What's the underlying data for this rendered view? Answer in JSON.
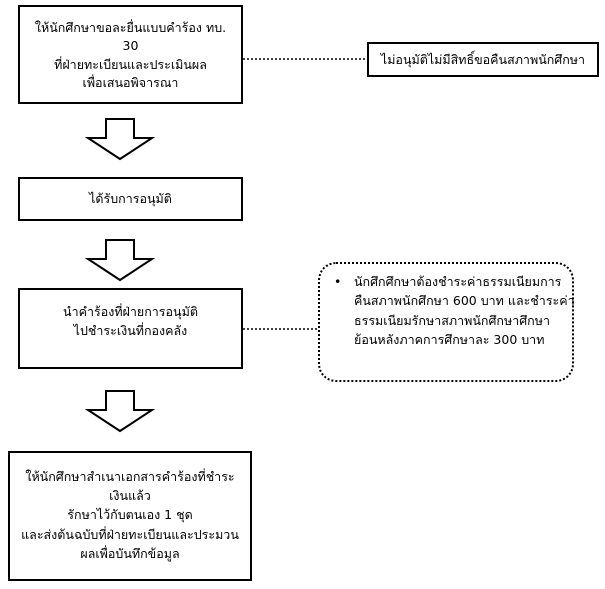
{
  "steps": [
    {
      "lines": [
        "ให้นักศึกษาขอละยื่นแบบคำร้อง  ทบ.",
        "30",
        "ที่ฝ่ายทะเบียนและประเมินผล",
        "เพื่อเสนอพิจารณา"
      ]
    },
    {
      "lines": [
        "ได้รับการอนุมัติ"
      ]
    },
    {
      "lines": [
        "นำคำร้องที่ฝ่ายการอนุมัติ",
        "ไปชำระเงินที่กองคลัง"
      ]
    },
    {
      "lines": [
        "ให้นักศึกษาสำเนาเอกสารคำร้องที่ชำระ",
        "เงินแล้ว",
        "รักษาไว้กับตนเอง 1 ชุด",
        "และส่งต้นฉบับที่ฝ่ายทะเบียนและประมวน",
        "ผลเพื่อบันทึกข้อมูล"
      ]
    }
  ],
  "reject_note": {
    "text": "ไม่อนุมัติไม่มีสิทธิ์ขอคืนสภาพนักศึกษา"
  },
  "fee_note": {
    "bullet": "•",
    "lines": [
      "นักศึกศึกษาต้องชำระค่าธรรมเนียมการ",
      "คืนสภาพนักศึกษา 600 บาท และชำระค่า",
      "ธรรมเนียมรักษาสภาพนักศึกษาศึกษา",
      "ย้อนหลังภาคการศึกษาละ 300 บาท"
    ]
  },
  "colors": {
    "stroke": "#000000",
    "fill": "#ffffff"
  }
}
